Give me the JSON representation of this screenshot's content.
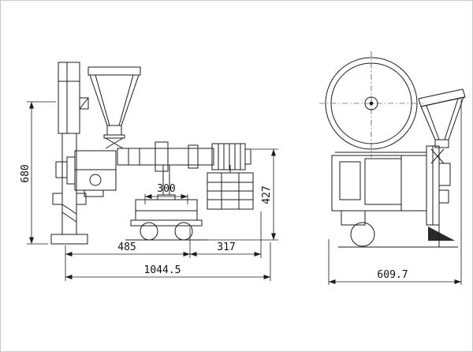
{
  "colors": {
    "line": "#1c1c1c",
    "background": "#ffffff"
  },
  "views": {
    "front": {
      "dims": {
        "height": "680",
        "slide_width": "300",
        "span_left": "485",
        "span_right": "317",
        "overall_width": "1044.5",
        "right_height": "427"
      }
    },
    "side": {
      "dims": {
        "overall_width": "609.7"
      }
    }
  }
}
